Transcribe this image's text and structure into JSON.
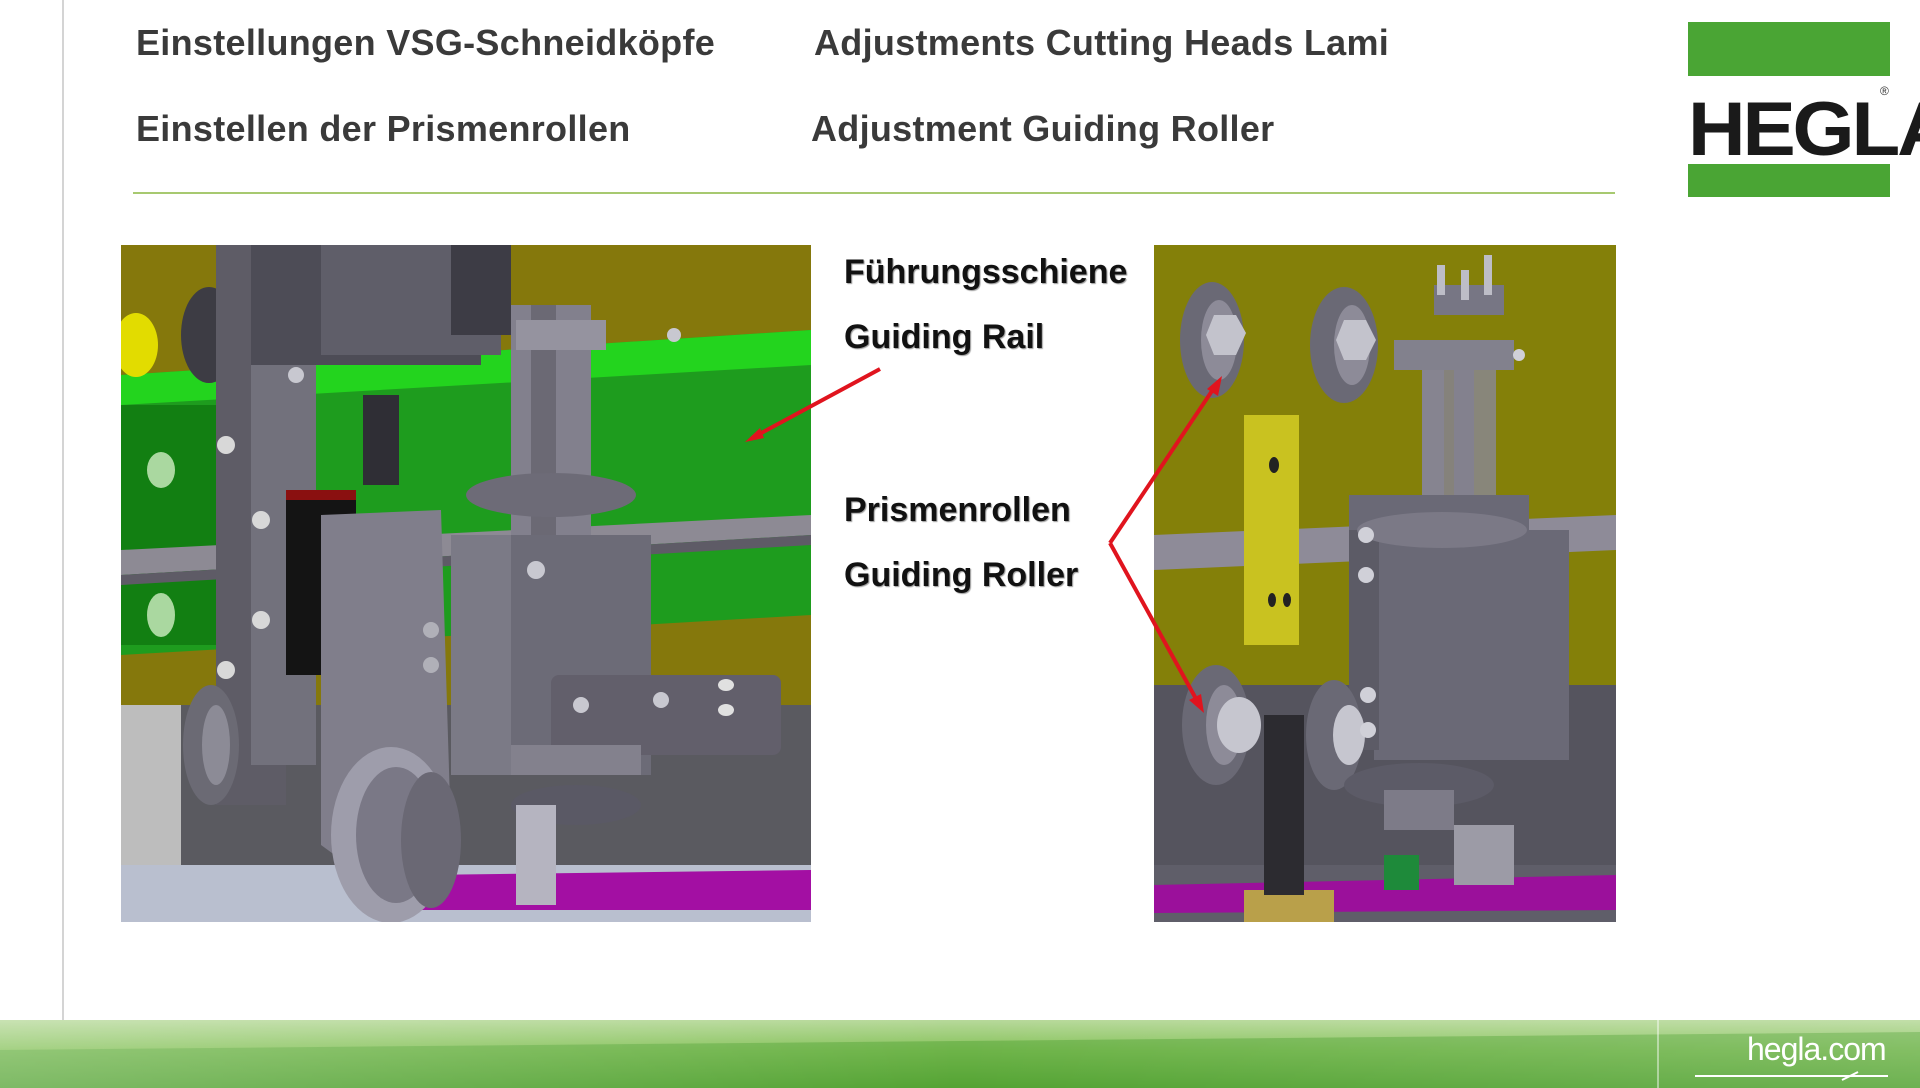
{
  "header": {
    "title_de": "Einstellungen VSG-Schneidköpfe",
    "title_en": "Adjustments Cutting Heads Lami",
    "subtitle_de": "Einstellen der Prismenrollen",
    "subtitle_en": "Adjustment Guiding Roller"
  },
  "logo": {
    "text": "HEGLA",
    "mark": "®"
  },
  "labels": {
    "rail_de": "Führungsschiene",
    "rail_en": "Guiding Rail",
    "roller_de": "Prismenrollen",
    "roller_en": "Guiding Roller"
  },
  "footer": {
    "url": "hegla.com"
  },
  "colors": {
    "brand_green": "#4aa534",
    "rule_green": "#a7c970",
    "arrow_red": "#e0141e"
  }
}
